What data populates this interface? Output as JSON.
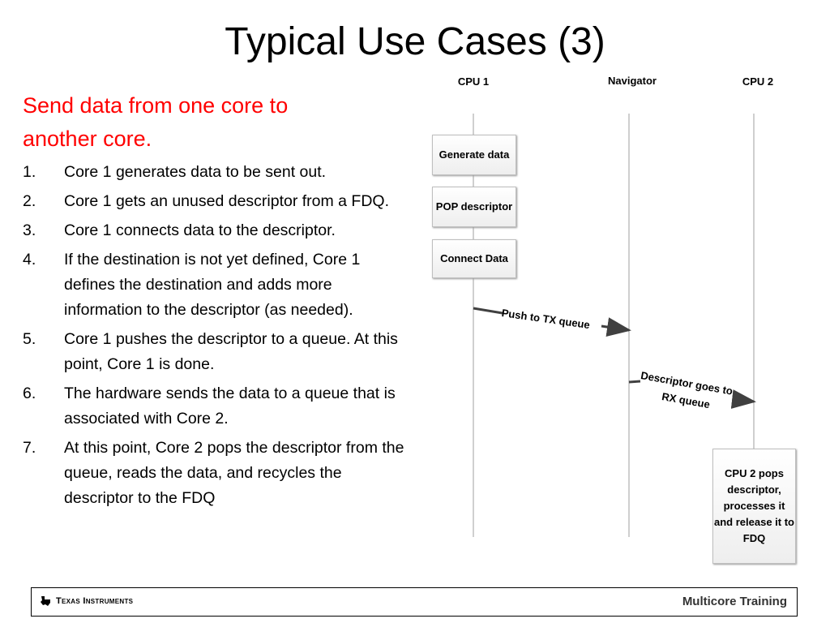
{
  "title": "Typical Use Cases (3)",
  "subtitle": "Send data from one core to another core.",
  "steps": [
    {
      "num": "1.",
      "text": "Core 1 generates data to be sent out."
    },
    {
      "num": "2.",
      "text": "Core 1 gets an unused descriptor from a FDQ."
    },
    {
      "num": "3.",
      "text": "Core 1 connects data to the descriptor."
    },
    {
      "num": "4.",
      "text": "If the destination is not yet defined, Core 1 defines the destination and adds more information to the descriptor (as needed)."
    },
    {
      "num": "5.",
      "text": "Core 1 pushes the descriptor to a queue. At this point, Core 1 is done."
    },
    {
      "num": "6.",
      "text": "The hardware sends the data to a queue that is associated with Core 2."
    },
    {
      "num": "7.",
      "text": "At this point, Core 2 pops the descriptor from the queue, reads the data, and recycles the descriptor to the FDQ"
    }
  ],
  "diagram": {
    "lanes": [
      "CPU 1",
      "Navigator",
      "CPU 2"
    ],
    "boxes": {
      "generate": "Generate data",
      "pop": "POP descriptor",
      "connect": "Connect Data",
      "cpu2": "CPU 2 pops descriptor, processes it and release it to FDQ"
    },
    "arrows": {
      "push": "Push to TX queue",
      "rx_line1": "Descriptor goes to",
      "rx_line2": "RX queue"
    }
  },
  "footer": {
    "logo_text": "Texas Instruments",
    "right_text": "Multicore Training"
  }
}
